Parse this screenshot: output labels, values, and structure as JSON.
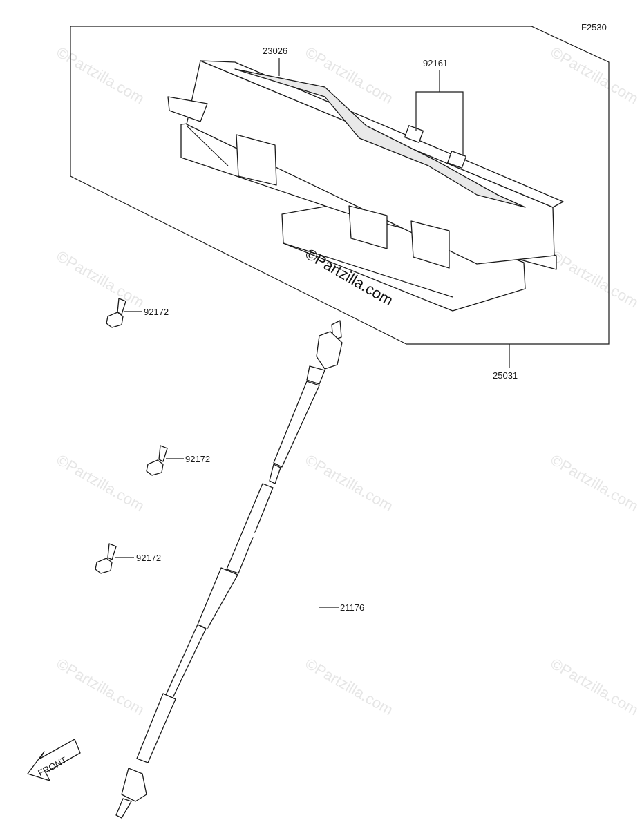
{
  "figure_code": "F2530",
  "watermark_text": "©Partzilla.com",
  "center_watermark_text": "©Partzilla.com",
  "front_label": "FRONT",
  "parts": {
    "p23026": "23026",
    "p92161": "92161",
    "p25031": "25031",
    "p92172a": "92172",
    "p92172b": "92172",
    "p92172c": "92172",
    "p21176": "21176"
  }
}
